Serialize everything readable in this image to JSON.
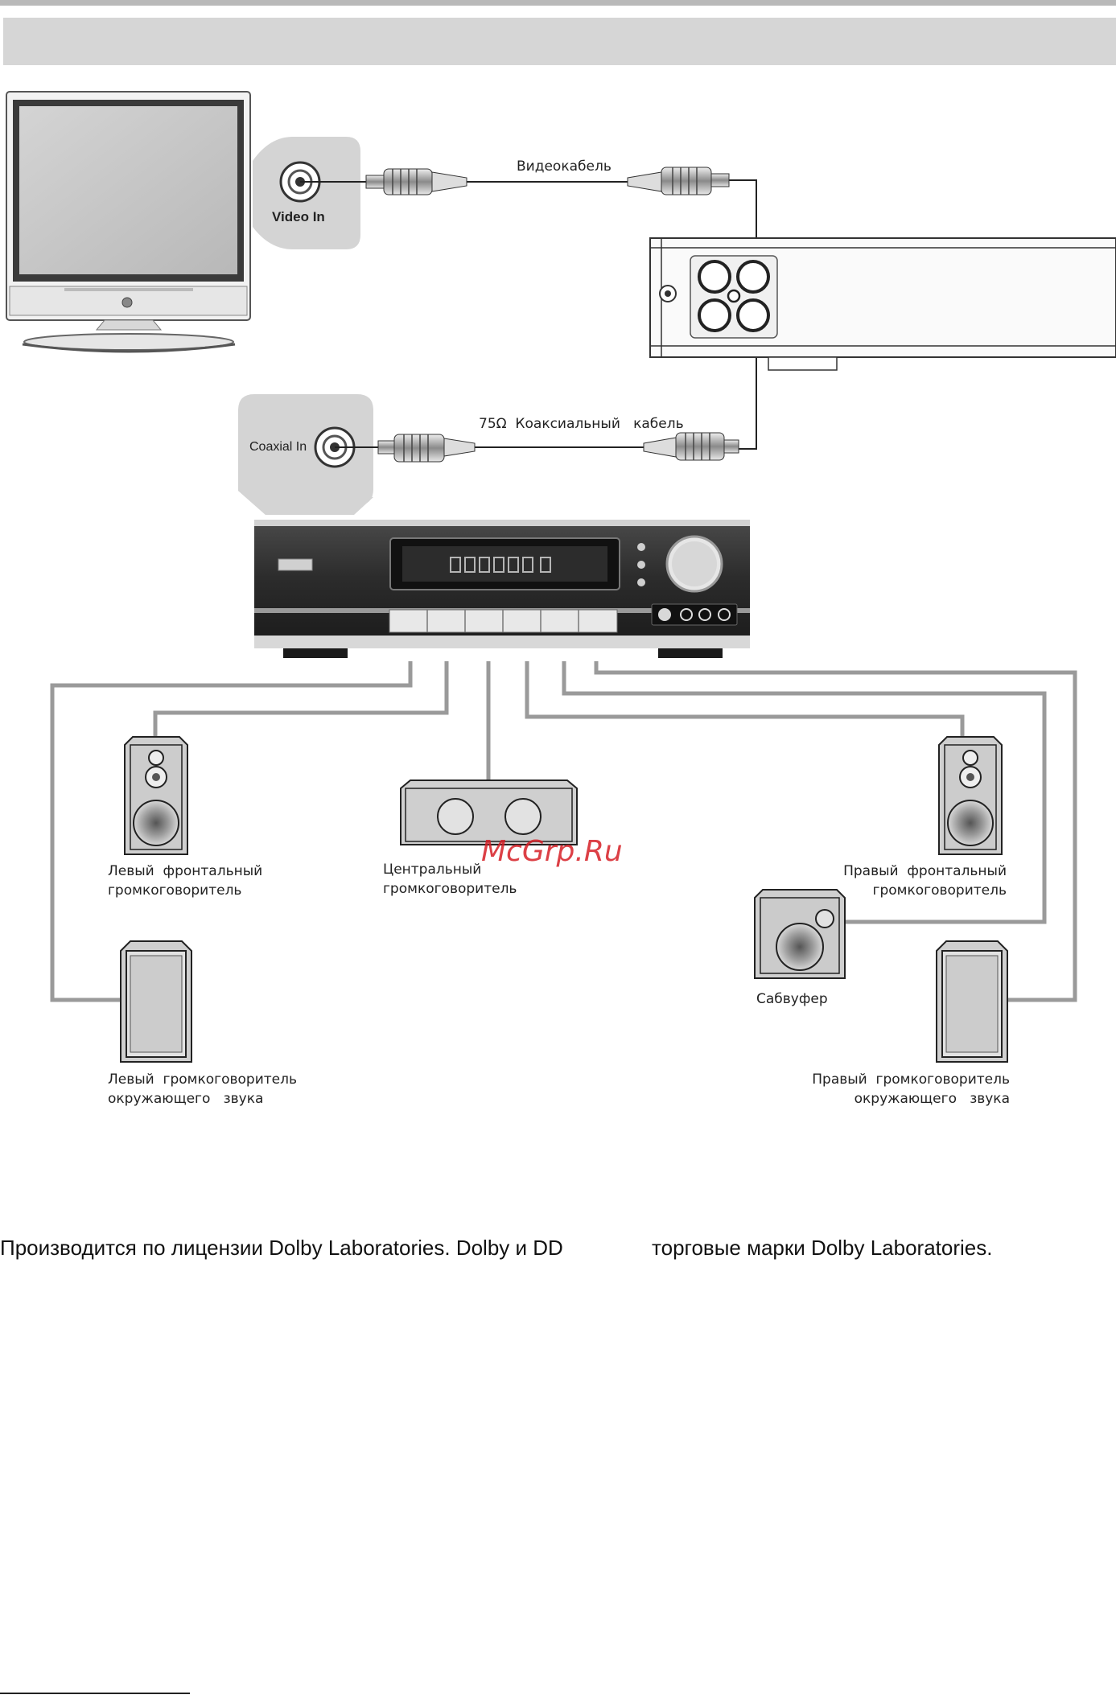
{
  "connections": {
    "tv_jack_label": "Video In",
    "video_cable_label": "Видеокабель",
    "coax_jack_label": "Coaxial In",
    "coax_cable_label": "75Ω  Коаксиальный   кабель"
  },
  "speakers": {
    "front_left": {
      "line1": "Левый  фронтальный",
      "line2": "громкоговоритель"
    },
    "center": {
      "line1": "Центральный",
      "line2": "громкоговоритель"
    },
    "front_right": {
      "line1": "Правый  фронтальный",
      "line2": "громкоговоритель"
    },
    "subwoofer": {
      "line1": "Сабвуфер"
    },
    "surround_left": {
      "line1": "Левый  громкоговоритель",
      "line2": "окружающего   звука"
    },
    "surround_right": {
      "line1": "Правый  громкоговоритель",
      "line2": "окружающего   звука"
    }
  },
  "watermark": "McGrp.Ru",
  "footer": {
    "left": "Производится по лицензии Dolby Laboratories. Dolby и DD",
    "right": "торговые марки Dolby Laboratories."
  }
}
